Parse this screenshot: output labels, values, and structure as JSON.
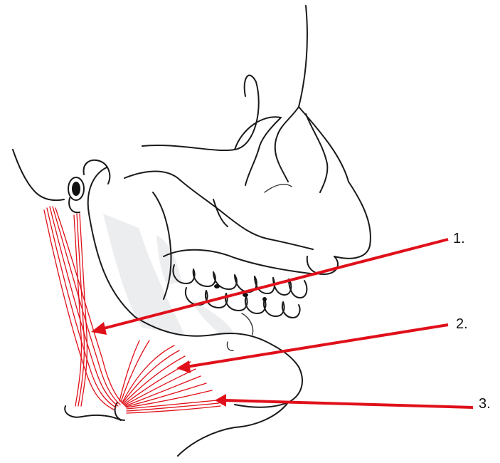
{
  "labels": [
    {
      "id": "1",
      "text": "1."
    },
    {
      "id": "2",
      "text": "2."
    },
    {
      "id": "3",
      "text": "3."
    }
  ],
  "colors": {
    "muscle": "#e0101a",
    "arrow": "#e0101a",
    "outline": "#1a1a1a"
  }
}
